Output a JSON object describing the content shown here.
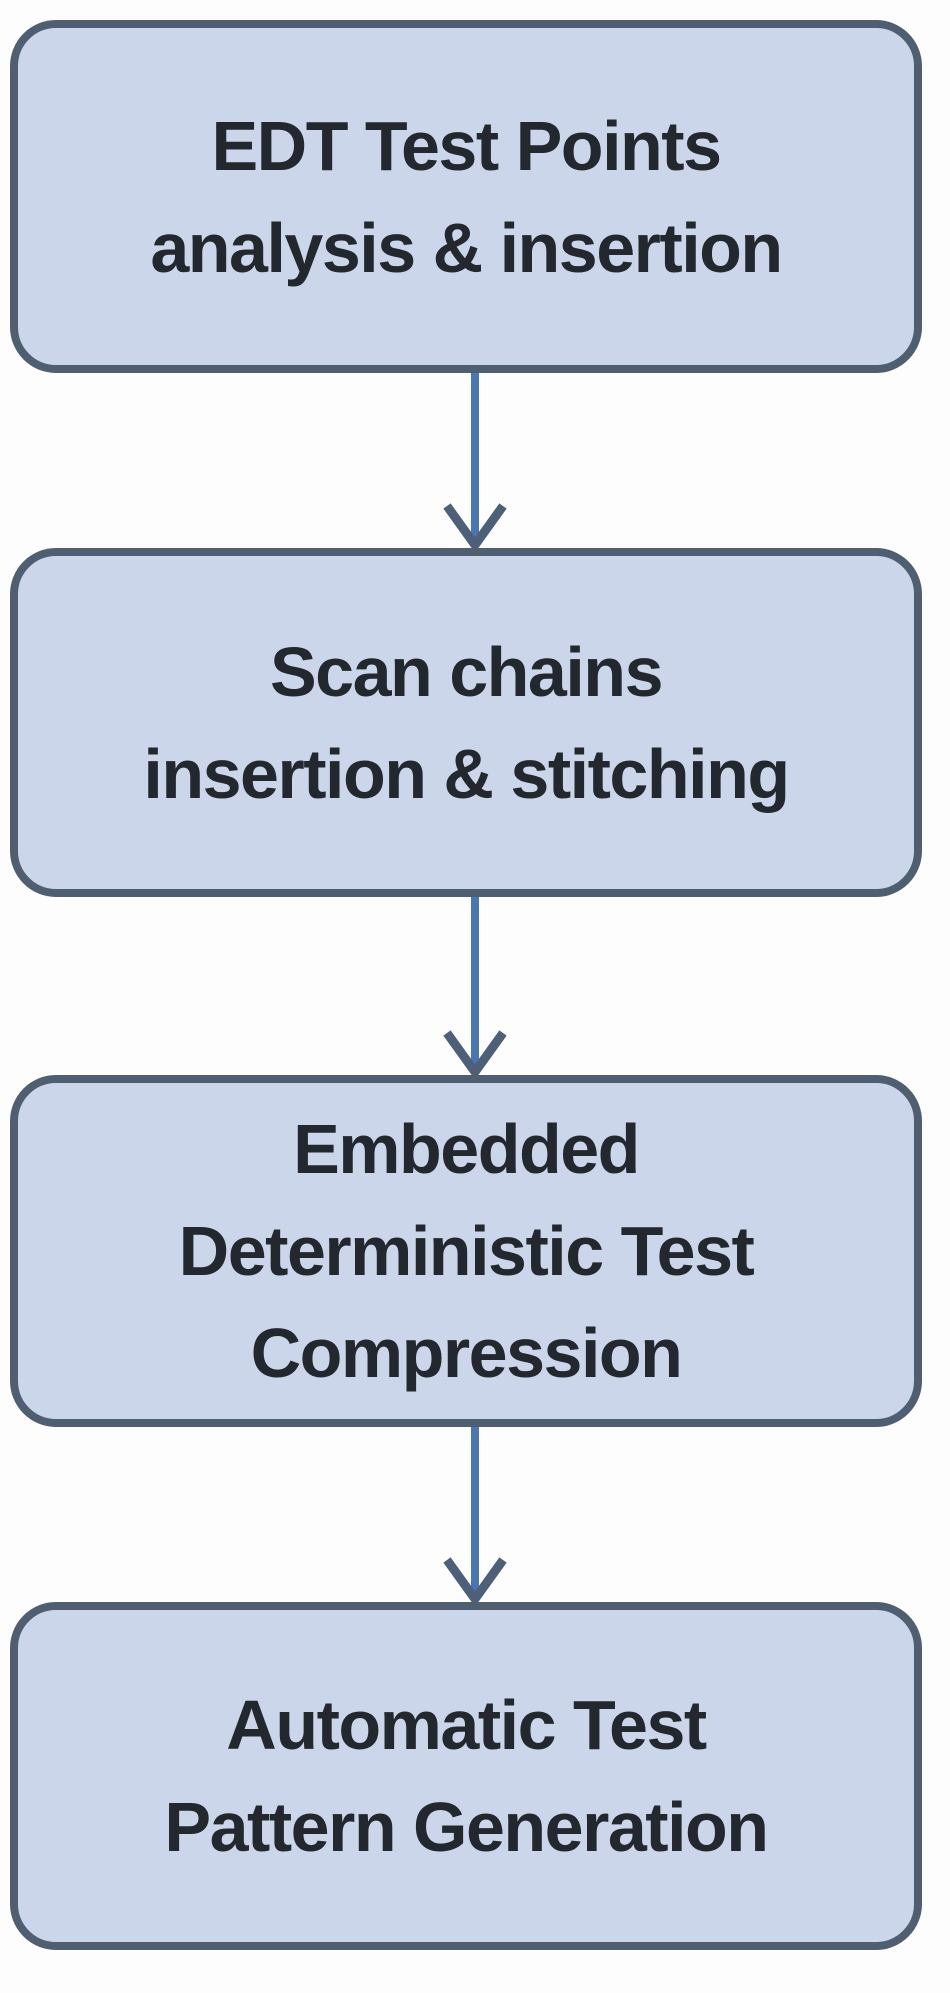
{
  "diagram": {
    "type": "flowchart-vertical",
    "colors": {
      "background": "#fdfdfd",
      "node_fill": "#ccd6ea",
      "node_border": "#4f5e71",
      "text": "#23272e",
      "arrow_shaft": "#4b75af",
      "arrow_head": "#4e5f7a"
    },
    "nodes": [
      {
        "id": "edt-test-points",
        "label": "EDT Test Points analysis & insertion",
        "lines": [
          "EDT Test Points",
          "analysis & insertion"
        ]
      },
      {
        "id": "scan-chains",
        "label": "Scan chains insertion & stitching",
        "lines": [
          "Scan chains",
          "insertion & stitching"
        ]
      },
      {
        "id": "edt-compression",
        "label": "Embedded Deterministic Test Compression",
        "lines": [
          "Embedded",
          "Deterministic Test",
          "Compression"
        ]
      },
      {
        "id": "atpg",
        "label": "Automatic Test Pattern Generation",
        "lines": [
          "Automatic Test",
          "Pattern Generation"
        ]
      }
    ],
    "connections": [
      {
        "from": "edt-test-points",
        "to": "scan-chains",
        "style": "arrow-down"
      },
      {
        "from": "scan-chains",
        "to": "edt-compression",
        "style": "arrow-down"
      },
      {
        "from": "edt-compression",
        "to": "atpg",
        "style": "arrow-down"
      }
    ]
  }
}
